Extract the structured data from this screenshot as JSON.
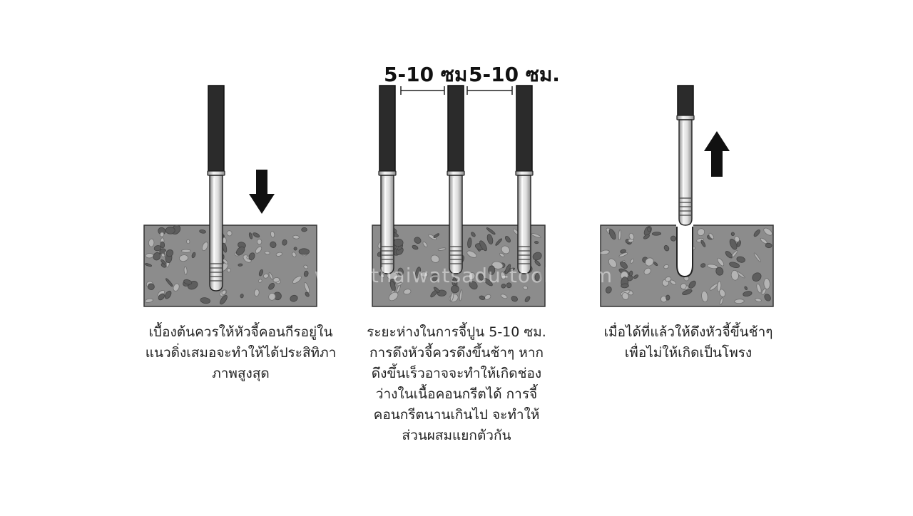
{
  "panels": [
    {
      "caption_lines": [
        "เบื้องต้นควรให้หัวจี้คอนกีรอยู่ใน",
        "แนวดิ่งเสมอจะทำให้ได้ประสิทิภา",
        "ภาพสูงสุด"
      ],
      "arrow": "down-arrow"
    },
    {
      "spacing_labels": [
        "5-10 ซม",
        "5-10 ซม."
      ],
      "caption_lines": [
        "ระยะห่างในการจี้ปูน 5-10 ซม.",
        "การดึงหัวจี้ควรดึงขึ้นช้าๆ หาก",
        "ดึงขึ้นเร็วอาจจะทำให้เกิดช่อง",
        "ว่างในเนื้อคอนกรีตได้ การจี้",
        "คอนกรีตนานเกินไป จะทำให้",
        "ส่วนผสมแยกตัวกัน"
      ]
    },
    {
      "caption_lines": [
        "เมื่อได้ที่แล้วให้ดึงหัวจี้ขึ้นช้าๆ",
        "เพื่อไม่ให้เกิดเป็นโพรง"
      ],
      "arrow": "up-arrow"
    }
  ],
  "watermark": "www.thaiwatsadu-tools.com",
  "colors": {
    "concrete": "#8c8c8c",
    "aggregate_dark": "#5e5e5e",
    "aggregate_light": "#b4b4b4",
    "hose": "#2b2b2b",
    "metal_light": "#f2f2f2",
    "metal_dark": "#9a9a9a",
    "arrow": "#111111"
  }
}
